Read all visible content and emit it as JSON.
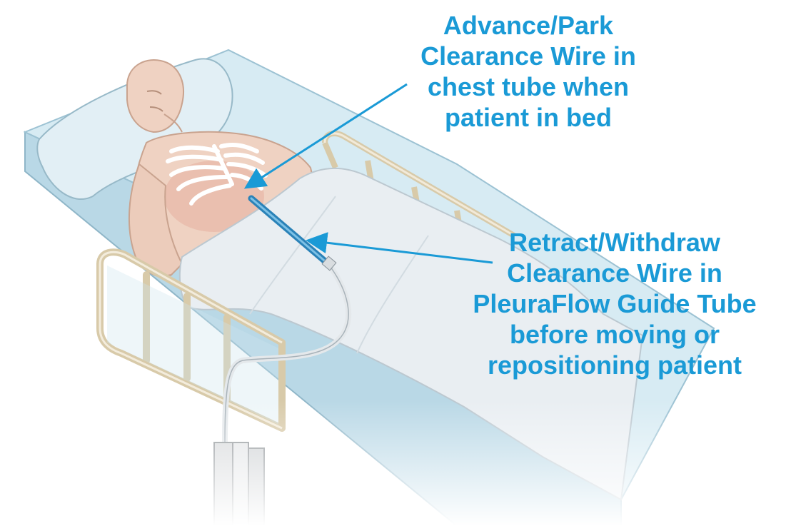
{
  "colors": {
    "callout_text": "#1a9ad6",
    "arrow": "#1a9ad6",
    "mattress": "#cfe6ef",
    "sheet": "#e6ecf1",
    "skin": "#efd2c2",
    "rail": "#e8dcc4"
  },
  "callouts": {
    "advance": {
      "lines": [
        "Advance/Park",
        "Clearance Wire in",
        "chest tube when",
        "patient in bed"
      ]
    },
    "retract": {
      "lines": [
        "Retract/Withdraw",
        "Clearance Wire in",
        "PleuraFlow Guide Tube",
        "before moving or",
        "repositioning patient"
      ]
    }
  }
}
